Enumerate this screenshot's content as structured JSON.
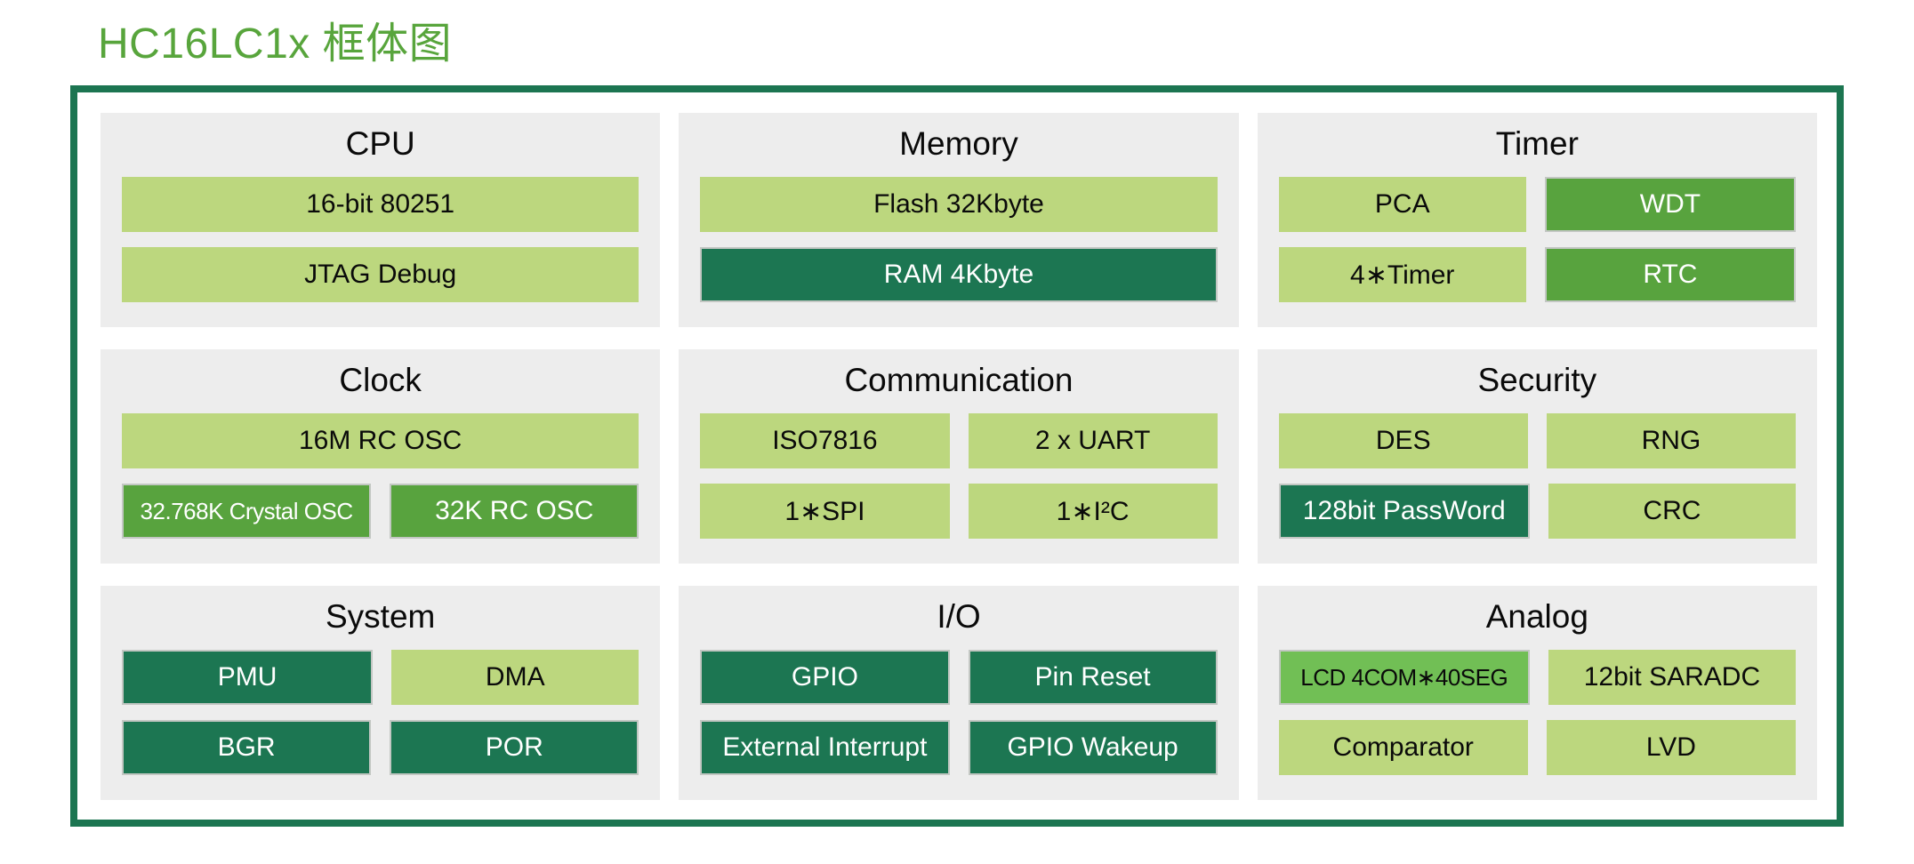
{
  "title": {
    "text": "HC16LC1x 框体图"
  },
  "colors": {
    "title_green": "#58a53c",
    "frame_border_green": "#1c7551",
    "panel_gray": "#ededed",
    "cell_light_green": "#bcd77e",
    "cell_medium_green": "#58a33e",
    "cell_dark_teal": "#1c7652",
    "cell_bright_green": "#71bf55",
    "text_dark": "#0a0a0a",
    "text_light": "#ffffff"
  },
  "panels": [
    {
      "header": "CPU",
      "cells": [
        {
          "label": "16-bit 80251",
          "variant": "light"
        },
        {
          "label": "JTAG Debug",
          "variant": "light"
        }
      ]
    },
    {
      "header": "Memory",
      "cells": [
        {
          "label": "Flash 32Kbyte",
          "variant": "light"
        },
        {
          "label": "RAM 4Kbyte",
          "variant": "dark"
        }
      ]
    },
    {
      "header": "Timer",
      "cells": [
        {
          "label": "PCA",
          "variant": "light"
        },
        {
          "label": "WDT",
          "variant": "medium"
        },
        {
          "label": "4∗Timer",
          "variant": "light"
        },
        {
          "label": "RTC",
          "variant": "medium"
        }
      ]
    },
    {
      "header": "Clock",
      "cells": [
        {
          "label": "16M RC OSC",
          "variant": "light"
        },
        {
          "label": "32.768K Crystal OSC",
          "variant": "medium"
        },
        {
          "label": "32K RC OSC",
          "variant": "medium"
        }
      ]
    },
    {
      "header": "Communication",
      "cells": [
        {
          "label": "ISO7816",
          "variant": "light"
        },
        {
          "label": "2 x UART",
          "variant": "light"
        },
        {
          "label": "1∗SPI",
          "variant": "light"
        },
        {
          "label": "1∗I²C",
          "variant": "light"
        }
      ]
    },
    {
      "header": "Security",
      "cells": [
        {
          "label": "DES",
          "variant": "light"
        },
        {
          "label": "RNG",
          "variant": "light"
        },
        {
          "label": "128bit PassWord",
          "variant": "dark"
        },
        {
          "label": "CRC",
          "variant": "light"
        }
      ]
    },
    {
      "header": "System",
      "cells": [
        {
          "label": "PMU",
          "variant": "dark"
        },
        {
          "label": "DMA",
          "variant": "light"
        },
        {
          "label": "BGR",
          "variant": "dark"
        },
        {
          "label": "POR",
          "variant": "dark"
        }
      ]
    },
    {
      "header": "I/O",
      "cells": [
        {
          "label": "GPIO",
          "variant": "dark"
        },
        {
          "label": "Pin Reset",
          "variant": "dark"
        },
        {
          "label": "External Interrupt",
          "variant": "dark"
        },
        {
          "label": "GPIO Wakeup",
          "variant": "dark"
        }
      ]
    },
    {
      "header": "Analog",
      "cells": [
        {
          "label": "LCD 4COM∗40SEG",
          "variant": "bright"
        },
        {
          "label": "12bit SARADC",
          "variant": "light"
        },
        {
          "label": "Comparator",
          "variant": "light"
        },
        {
          "label": "LVD",
          "variant": "light"
        }
      ]
    }
  ]
}
